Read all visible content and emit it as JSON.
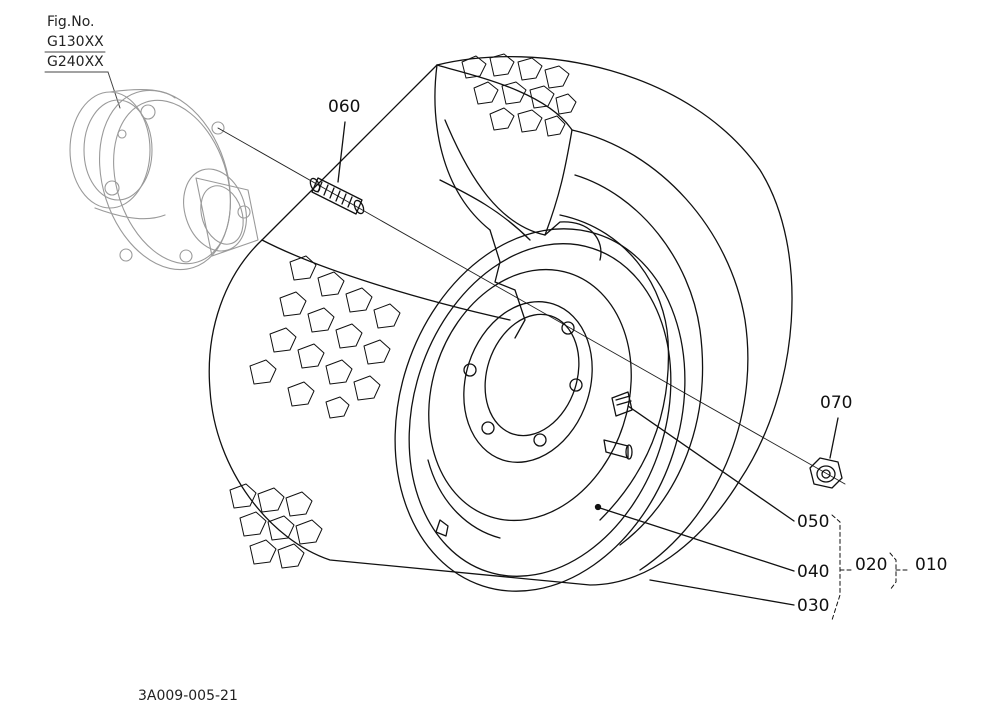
{
  "figure": {
    "fig_no_label": "Fig.No.",
    "fig_no_lines": [
      "G130XX",
      "G240XX"
    ],
    "drawing_code": "3A009-005-21"
  },
  "callouts": {
    "p060": "060",
    "p070": "070",
    "p050": "050",
    "p040": "040",
    "p030": "030",
    "p020": "020",
    "p010": "010"
  }
}
